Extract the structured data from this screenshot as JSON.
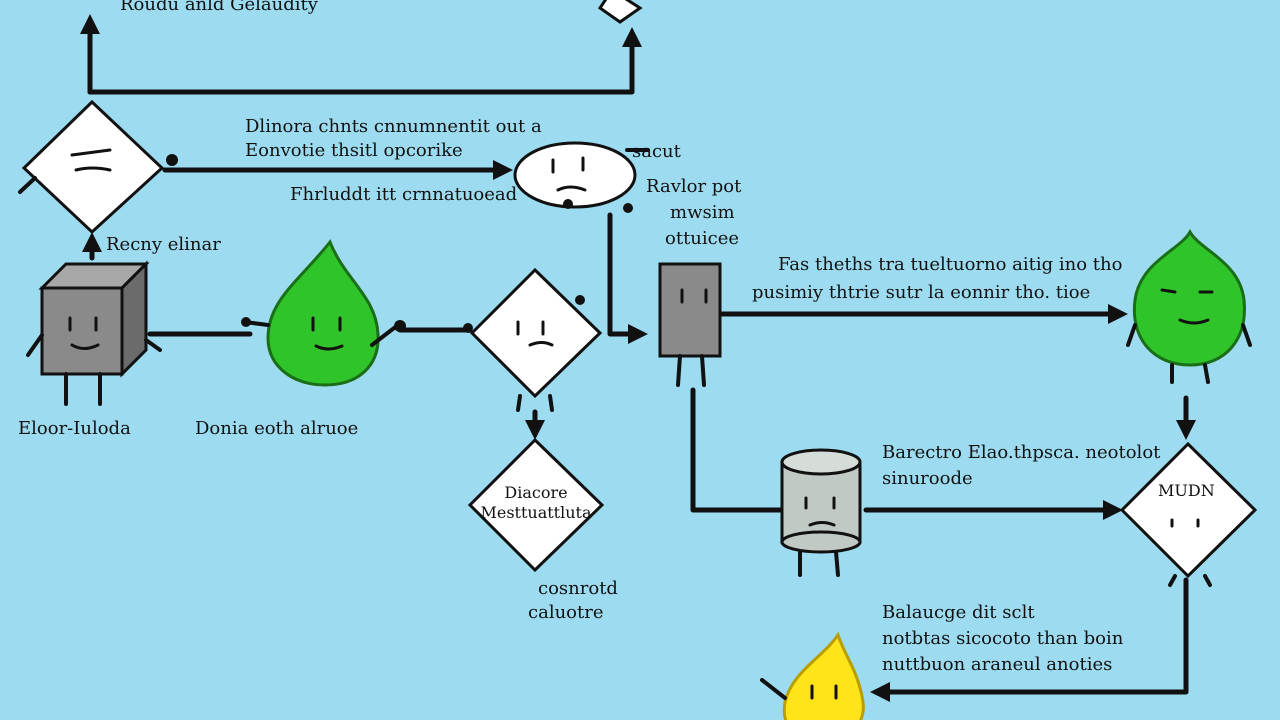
{
  "labels": {
    "top_caption": "Roudu anld Gelaudity",
    "diamond1_text_line1": "Dlinora chnts cnnumnentit out a",
    "diamond1_text_line2": "Eonvotie thsitl opcorike",
    "diamond1_text_line3": "Fhrluddt itt crnnatuoead",
    "oval_tag": "sacut",
    "oval_side_line1": "Ravlor pot",
    "oval_side_line2": "mwsim",
    "oval_side_line3": "ottuicee",
    "cube_above": "Recny elinar",
    "cube_name": "Eloor-Iuloda",
    "drop_name": "Donia eoth alruoe",
    "center_diamond_text_line1": "Diacore",
    "center_diamond_text_line2": "Mesttuattluta",
    "center_diamond_below_line1": "cosnrotd",
    "center_diamond_below_line2": "caluotre",
    "tablet_text_line1": "Fas theths tra tueltuorno aitig ino tho",
    "tablet_text_line2": "pusimiy thtrie sutr la eonnir tho. tioe",
    "cylinder_text_line1": "Barectro Elao.thpsca. neotolot",
    "cylinder_text_line2": "sinuroode",
    "right_diamond_text": "MUDN",
    "bottom_text_line1": "Balaucge dit sclt",
    "bottom_text_line2": "notbtas sicocoto than boin",
    "bottom_text_line3": "nuttbuon araneul anoties"
  },
  "colors": {
    "background": "#9ddcf0",
    "green": "#2fc42a",
    "yellow": "#ffe41a",
    "gray": "#8a8a8a",
    "white": "#ffffff"
  }
}
